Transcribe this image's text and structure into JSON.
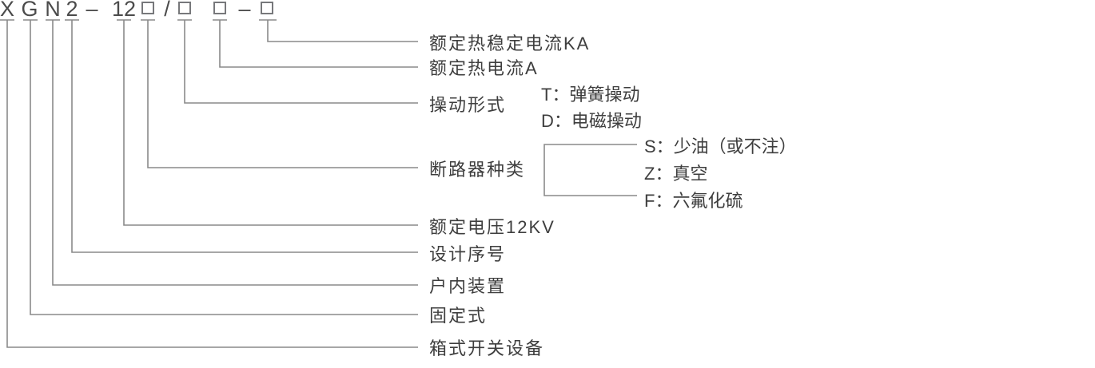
{
  "diagram_title": "XGN2-12 model designation diagram",
  "colors": {
    "background": "#ffffff",
    "line": "#8a8a8a",
    "label_text": "#3e3e3e",
    "code_text": "#4b4b4b",
    "box_border": "#77787b"
  },
  "model_code": {
    "full_text": "XGN2-12□/□□-□",
    "chars": [
      "X",
      "G",
      "N",
      "2",
      "–",
      "12",
      "/",
      "–"
    ],
    "placeholder_symbol": "□",
    "placeholder_count": 4
  },
  "labels": {
    "rated_thermal_stability_current": "额定热稳定电流KA",
    "rated_thermal_current": "额定热电流A",
    "operating_mode": "操动形式",
    "breaker_type": "断路器种类",
    "rated_voltage": "额定电压12KV",
    "design_serial_number": "设计序号",
    "indoor_device": "户内装置",
    "fixed_type": "固定式",
    "box_type_switchgear": "箱式开关设备"
  },
  "operating_mode_options": [
    "T：弹簧操动",
    "D：电磁操动"
  ],
  "breaker_type_options": [
    "S：少油（或不注）",
    "Z：真空",
    "F：六氟化硫"
  ]
}
